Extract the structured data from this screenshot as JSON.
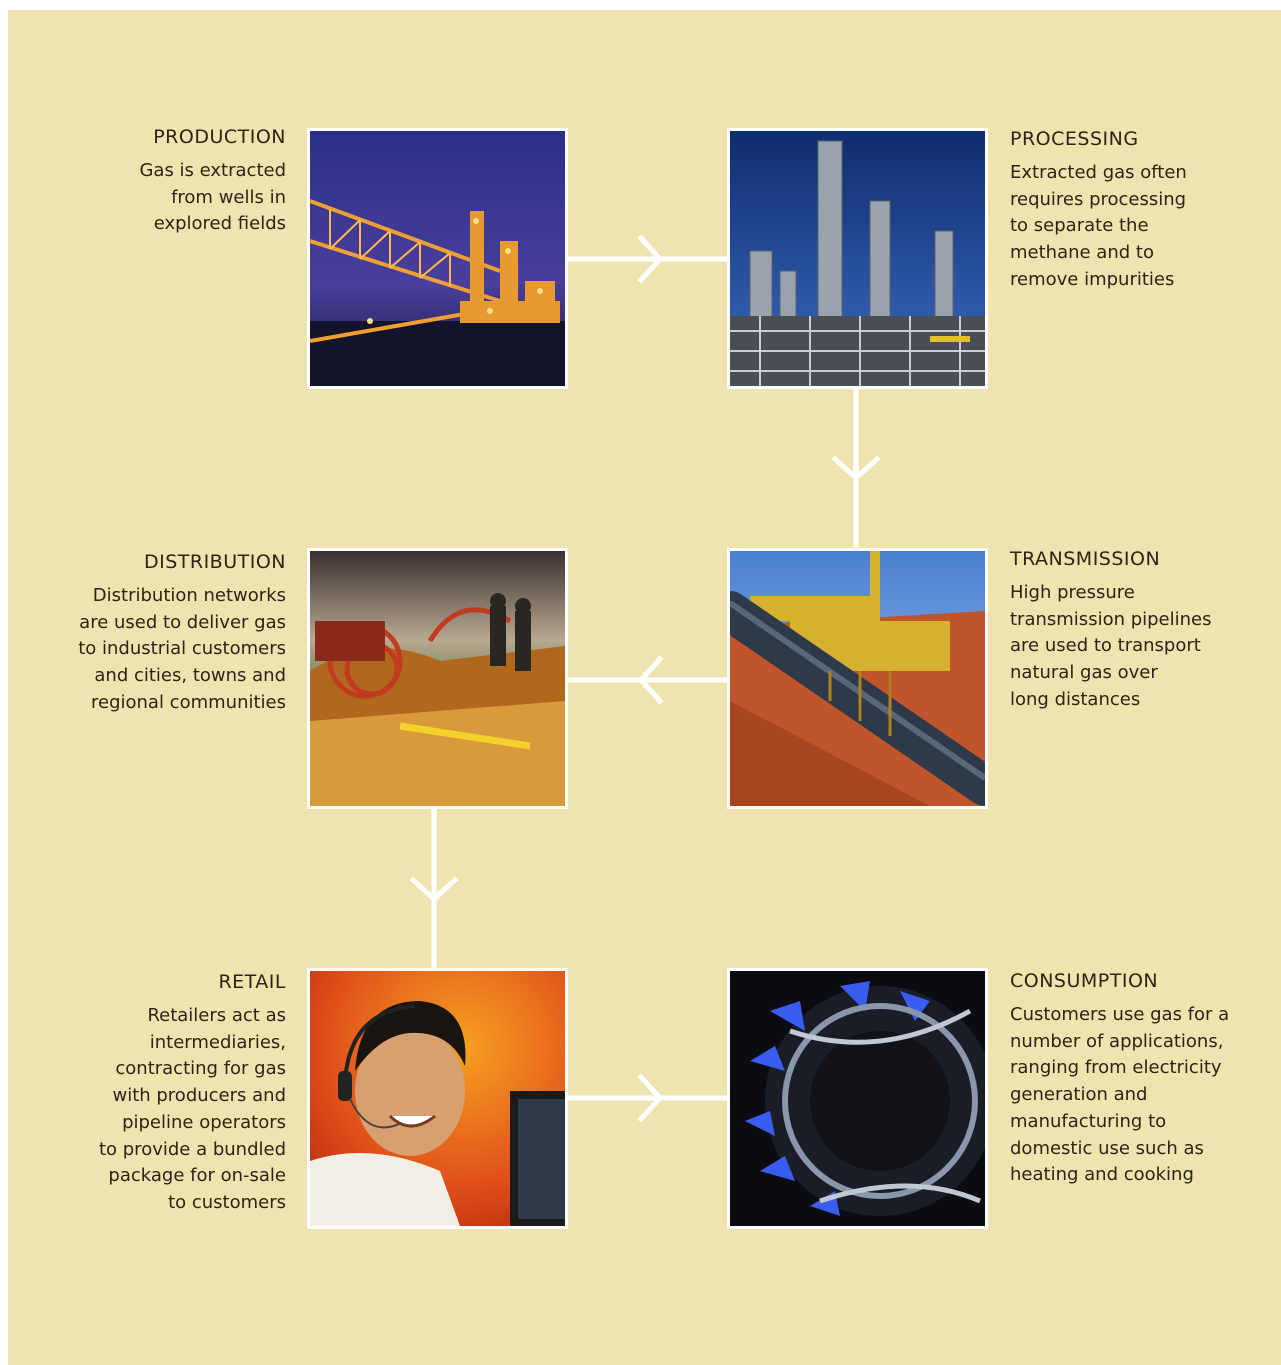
{
  "colors": {
    "background": "#efe4b0",
    "connector": "#ffffff",
    "text": "#2a2416"
  },
  "stages": {
    "production": {
      "title": "PRODUCTION",
      "lines": [
        "Gas is extracted",
        "from wells in",
        "explored fields"
      ]
    },
    "processing": {
      "title": "PROCESSING",
      "lines": [
        "Extracted gas often",
        "requires processing",
        "to separate the",
        "methane and to",
        "remove impurities"
      ]
    },
    "transmission": {
      "title": "TRANSMISSION",
      "lines": [
        "High pressure",
        "transmission pipelines",
        "are used to transport",
        "natural gas over",
        "long distances"
      ]
    },
    "distribution": {
      "title": "DISTRIBUTION",
      "lines": [
        "Distribution networks",
        "are used to deliver gas",
        "to industrial customers",
        "and cities, towns and",
        "regional communities"
      ]
    },
    "retail": {
      "title": "RETAIL",
      "lines": [
        "Retailers act as",
        "intermediaries,",
        "contracting for gas",
        "with producers and",
        "pipeline operators",
        "to provide a bundled",
        "package for on-sale",
        "to customers"
      ]
    },
    "consumption": {
      "title": "CONSUMPTION",
      "lines": [
        "Customers use gas for a",
        "number of applications,",
        "ranging from electricity",
        "generation and",
        "manufacturing to",
        "domestic use such as",
        "heating and cooking"
      ]
    }
  },
  "photos": {
    "production": "offshore-gas-platform-photo",
    "processing": "gas-processing-plant-photo",
    "transmission": "pipeline-laying-photo",
    "distribution": "distribution-pipe-workers-photo",
    "retail": "call-centre-operator-photo",
    "consumption": "gas-burner-flame-photo"
  }
}
